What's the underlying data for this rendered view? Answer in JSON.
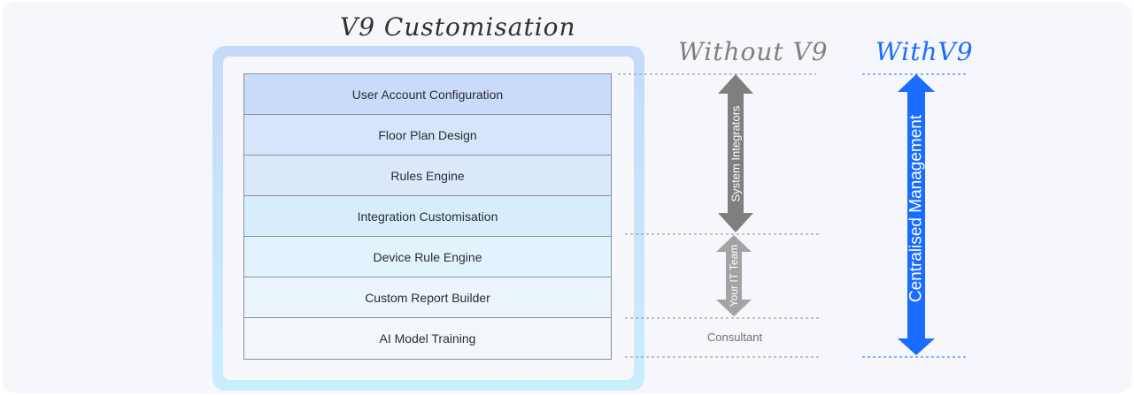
{
  "diagram": {
    "title": "V9 Customisation",
    "layers": [
      {
        "label": "User Account Configuration",
        "color": "#c9dafa"
      },
      {
        "label": "Floor Plan Design",
        "color": "#d6e5fb"
      },
      {
        "label": "Rules Engine",
        "color": "#dce9fb"
      },
      {
        "label": "Integration Customisation",
        "color": "#d8edfc"
      },
      {
        "label": "Device Rule Engine",
        "color": "#e1f3fc"
      },
      {
        "label": "Custom Report Builder",
        "color": "#ebf6fc"
      },
      {
        "label": "AI Model Training",
        "color": "#f3f7fb"
      }
    ]
  },
  "comparison": {
    "without": {
      "title": "Without V9",
      "color": "#7f7f7f",
      "segments": [
        {
          "label": "System Integrators",
          "covers_layers": 4
        },
        {
          "label": "Your IT Team",
          "covers_layers": 2
        },
        {
          "label": "Consultant",
          "covers_layers": 1
        }
      ]
    },
    "with": {
      "title": "WithV9",
      "color": "#1a6cff",
      "segments": [
        {
          "label": "Centralised Management",
          "covers_layers": 7
        }
      ]
    }
  }
}
